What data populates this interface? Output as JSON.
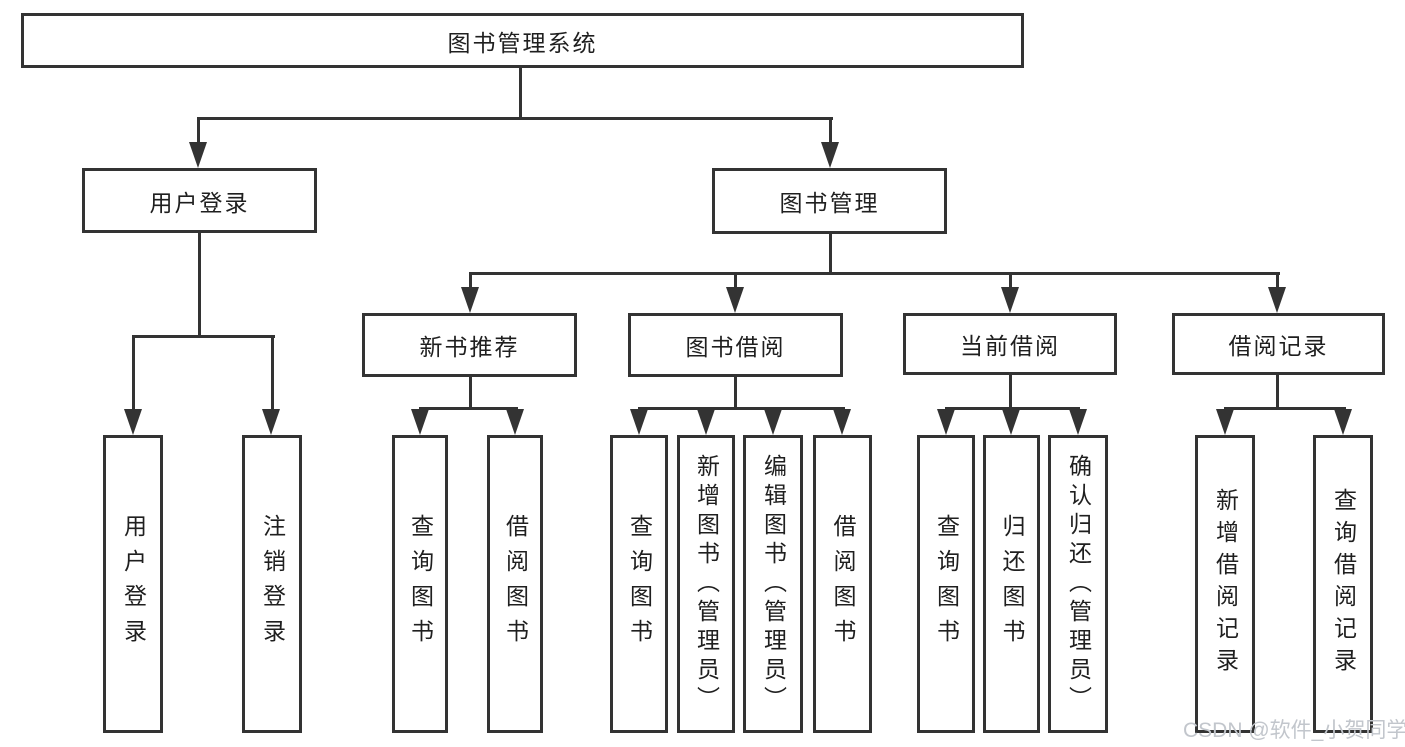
{
  "diagram": {
    "title": "图书管理系统",
    "level2": [
      {
        "label": "用户登录",
        "leaves": [
          "用户登录",
          "注销登录"
        ]
      },
      {
        "label": "图书管理",
        "sections": [
          {
            "label": "新书推荐",
            "leaves": [
              "查询图书",
              "借阅图书"
            ]
          },
          {
            "label": "图书借阅",
            "leaves": [
              "查询图书",
              "新增图书（管理员）",
              "编辑图书（管理员）",
              "借阅图书"
            ]
          },
          {
            "label": "当前借阅",
            "leaves": [
              "查询图书",
              "归还图书",
              "确认归还（管理员）"
            ]
          },
          {
            "label": "借阅记录",
            "leaves": [
              "新增借阅记录",
              "查询借阅记录"
            ]
          }
        ]
      }
    ]
  },
  "watermark": {
    "text": "CSDN @软件_小贺同学"
  },
  "colors": {
    "line": "#333333",
    "text": "#1f1f1f",
    "watermark": "#c2c6cc",
    "background": "#ffffff"
  }
}
